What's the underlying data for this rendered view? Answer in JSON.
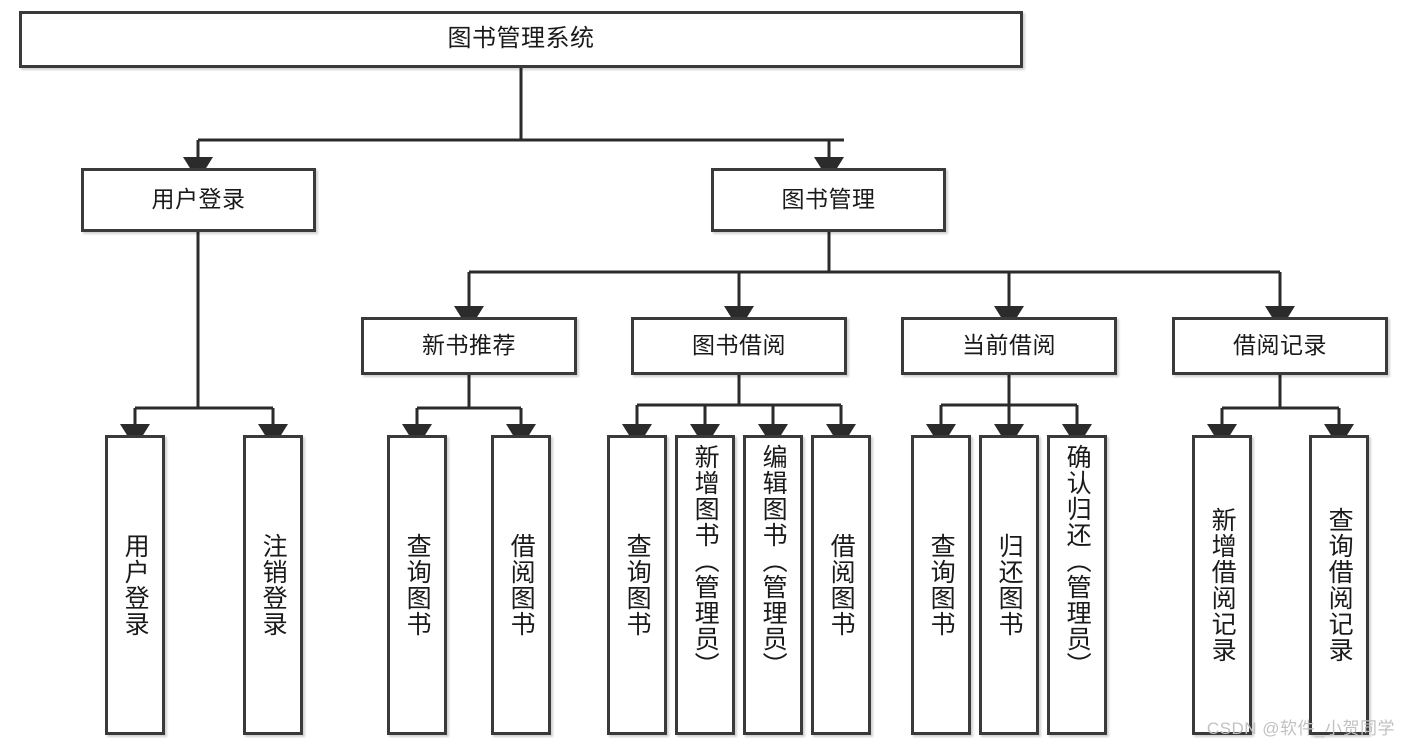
{
  "diagram": {
    "title": "图书管理系统",
    "type": "tree-hierarchy-chart",
    "watermark": "CSDN @软件_小贺同学",
    "colors": {
      "node_border": "#3a3a3a",
      "node_fill": "#ffffff",
      "edge": "#2b2b2b",
      "text": "#1a1a1a",
      "watermark": "#c2c2c2",
      "background": "#ffffff"
    }
  },
  "nodes": {
    "root": {
      "label": "图书管理系统"
    },
    "level2": [
      {
        "label": "用户登录"
      },
      {
        "label": "图书管理"
      }
    ],
    "level3": [
      {
        "label": "新书推荐"
      },
      {
        "label": "图书借阅"
      },
      {
        "label": "当前借阅"
      },
      {
        "label": "借阅记录"
      }
    ],
    "leaves": {
      "user_login": [
        {
          "label": "用户登录"
        },
        {
          "label": "注销登录"
        }
      ],
      "new_book_recommend": [
        {
          "label": "查询图书"
        },
        {
          "label": "借阅图书"
        }
      ],
      "book_borrow": [
        {
          "label": "查询图书"
        },
        {
          "label": "新增图书（管理员）"
        },
        {
          "label": "编辑图书（管理员）"
        },
        {
          "label": "借阅图书"
        }
      ],
      "current_borrow": [
        {
          "label": "查询图书"
        },
        {
          "label": "归还图书"
        },
        {
          "label": "确认归还（管理员）"
        }
      ],
      "borrow_record": [
        {
          "label": "新增借阅记录"
        },
        {
          "label": "查询借阅记录"
        }
      ]
    }
  }
}
